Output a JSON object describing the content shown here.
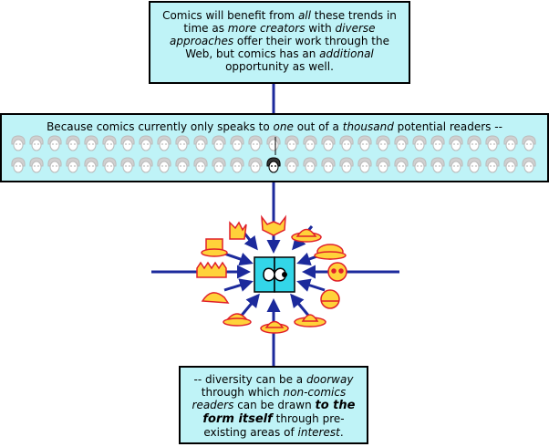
{
  "top_caption": {
    "p1": "Comics will benefit from ",
    "e1": "all",
    "p2": " these trends in time as ",
    "e2": "more creators",
    "p3": " with ",
    "e3": "diverse approaches",
    "p4": " offer their work through the Web, but comics has an ",
    "e4": "additional",
    "p5": " opportunity as well."
  },
  "middle_caption": {
    "p1": "Because comics currently only speaks to ",
    "e1": "one",
    "p2": " out of a ",
    "e2": "thousand",
    "p3": " potential readers --"
  },
  "bottom_caption": {
    "p1": "-- diversity can be a ",
    "e1": "doorway",
    "p2": " through which ",
    "e2": "non-comics readers",
    "p3": " can be drawn ",
    "e3": "to the form itself",
    "p4": " through pre-existing areas of ",
    "e4": "interest",
    "p5": "."
  },
  "colors": {
    "panel": "#bff3f7",
    "arrow": "#1c2a9c",
    "door": "#33d6e8",
    "hat_fill": "#ffd23a",
    "hat_line": "#e0202a"
  }
}
